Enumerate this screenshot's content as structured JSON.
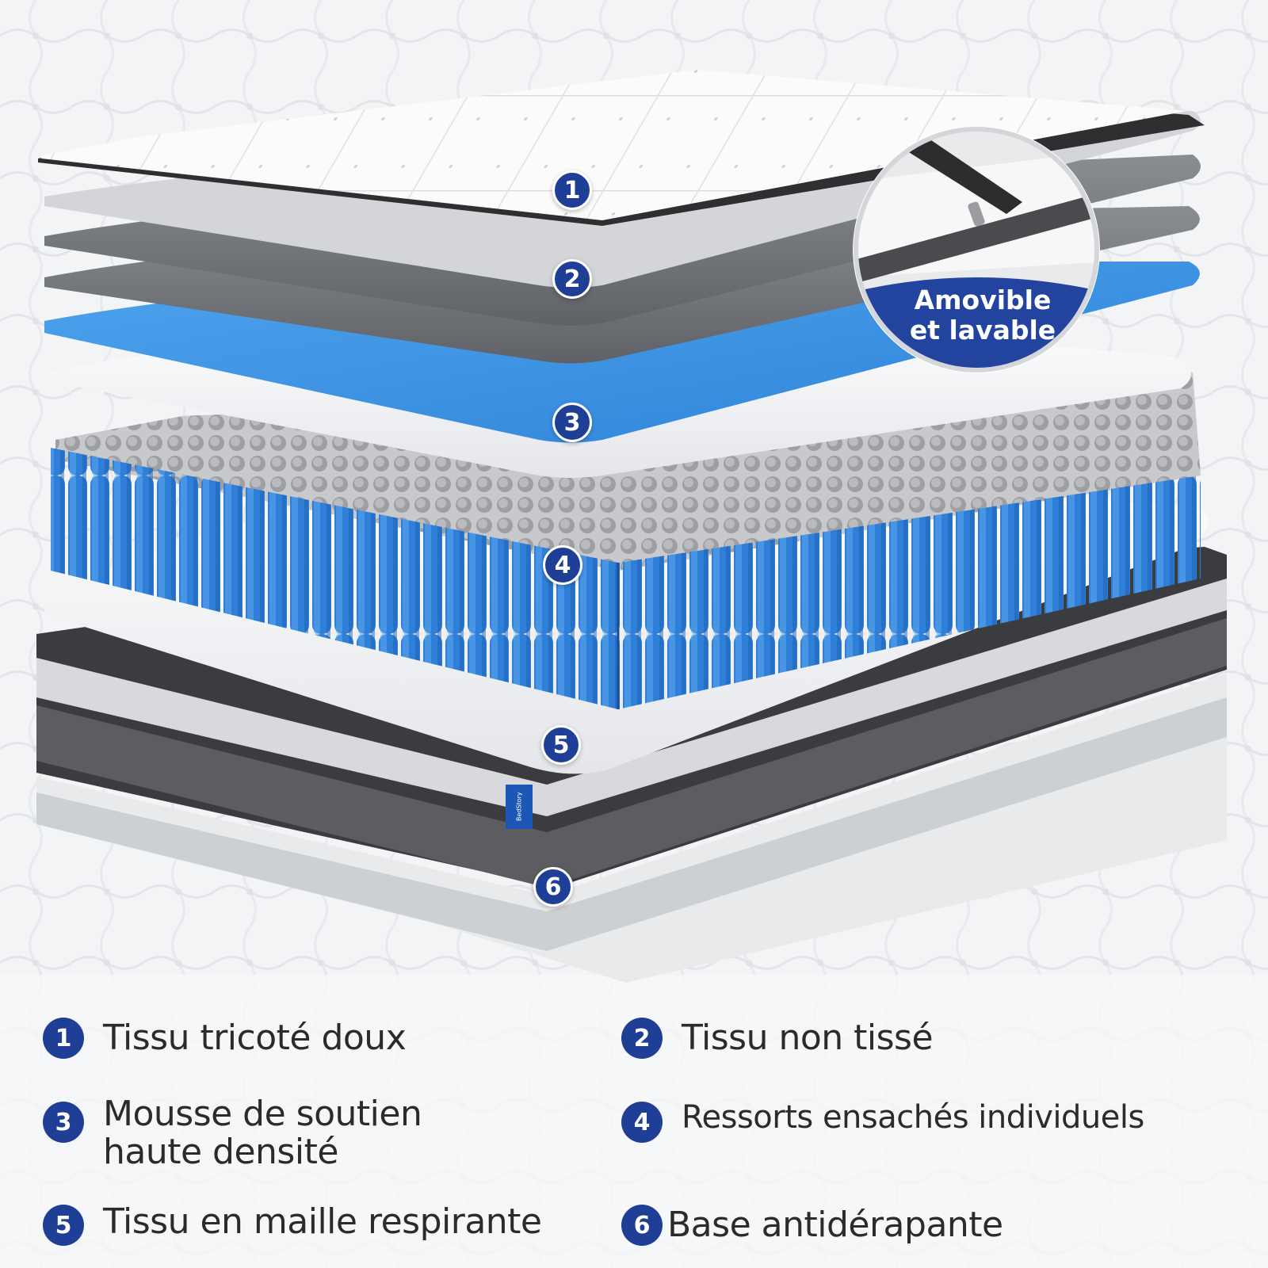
{
  "image": {
    "brand_tag": "BedStory",
    "callout": {
      "line1": "Amovible",
      "line2": "et lavable"
    },
    "markers": [
      "1",
      "2",
      "3",
      "4",
      "5",
      "6"
    ],
    "colors": {
      "accent_navy": "#1f3f96",
      "foam_blue": "#3a8ee0",
      "spring_blue": "#2f7fd8",
      "base_grey": "#3a3a3a"
    }
  },
  "legend": {
    "items": [
      {
        "number": "1",
        "label": "Tissu tricoté doux"
      },
      {
        "number": "2",
        "label": "Tissu non tissé"
      },
      {
        "number": "3",
        "label_line1": "Mousse de soutien",
        "label_line2": "haute densité"
      },
      {
        "number": "4",
        "label": "Ressorts ensachés individuels"
      },
      {
        "number": "5",
        "label": "Tissu en maille respirante"
      },
      {
        "number": "6",
        "label": "Base antidérapante"
      }
    ]
  }
}
